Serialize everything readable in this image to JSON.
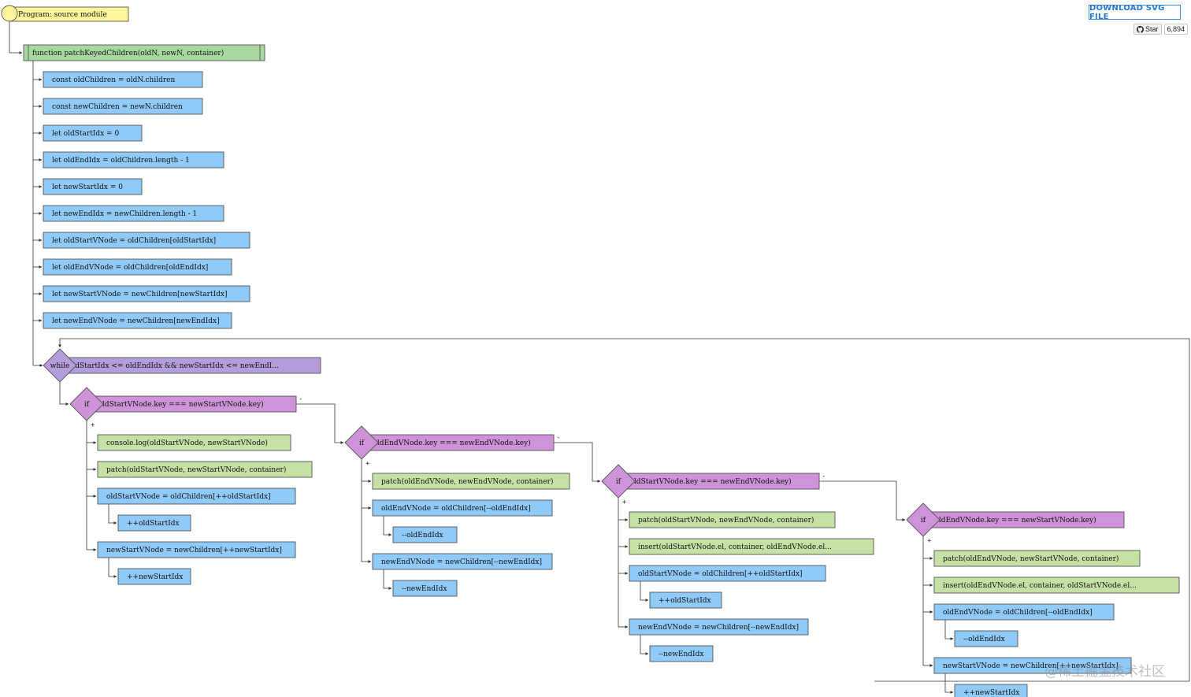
{
  "colors": {
    "program": "#fef59a",
    "function": "#a8d8a0",
    "statement": "#90caf9",
    "call": "#c5e1a5",
    "loop": "#b39ddb",
    "condition": "#ce93d8",
    "stroke": "#555555",
    "accent": "#2b7cd0"
  },
  "toolbar": {
    "download_label": "DOWNLOAD SVG FILE",
    "star_label": "Star",
    "star_count": "6,894"
  },
  "watermark": "@稀土掘金技术社区",
  "flowchart": {
    "program": "Program: source module",
    "function": "function patchKeyedChildren(oldN, newN, container)",
    "declarations": [
      "const oldChildren = oldN.children",
      "const newChildren = newN.children",
      "let oldStartIdx = 0",
      "let oldEndIdx = oldChildren.length - 1",
      "let newStartIdx = 0",
      "let newEndIdx = newChildren.length - 1",
      "let oldStartVNode = oldChildren[oldStartIdx]",
      "let oldEndVNode = oldChildren[oldEndIdx]",
      "let newStartVNode = newChildren[newStartIdx]",
      "let newEndVNode = newChildren[newEndIdx]"
    ],
    "loop": {
      "keyword": "while",
      "condition": "oldStartIdx <= oldEndIdx && newStartIdx <= newEndI..."
    },
    "branches": [
      {
        "keyword": "if",
        "condition": "(oldStartVNode.key === newStartVNode.key)",
        "yes": "+",
        "no": "-",
        "steps": [
          {
            "text": "console.log(oldStartVNode, newStartVNode)",
            "kind": "call"
          },
          {
            "text": "patch(oldStartVNode, newStartVNode, container)",
            "kind": "call"
          },
          {
            "text": "oldStartVNode = oldChildren[++oldStartIdx]",
            "kind": "statement"
          },
          {
            "text": "++oldStartIdx",
            "kind": "statement"
          },
          {
            "text": "newStartVNode = newChildren[++newStartIdx]",
            "kind": "statement"
          },
          {
            "text": "++newStartIdx",
            "kind": "statement"
          }
        ]
      },
      {
        "keyword": "if",
        "condition": "(oldEndVNode.key === newEndVNode.key)",
        "yes": "+",
        "no": "-",
        "steps": [
          {
            "text": "patch(oldEndVNode, newEndVNode, container)",
            "kind": "call"
          },
          {
            "text": "oldEndVNode = oldChildren[--oldEndIdx]",
            "kind": "statement"
          },
          {
            "text": "--oldEndIdx",
            "kind": "statement"
          },
          {
            "text": "newEndVNode = newChildren[--newEndIdx]",
            "kind": "statement"
          },
          {
            "text": "--newEndIdx",
            "kind": "statement"
          }
        ]
      },
      {
        "keyword": "if",
        "condition": "(oldStartVNode.key === newEndVNode.key)",
        "yes": "+",
        "no": "-",
        "steps": [
          {
            "text": "patch(oldStartVNode, newEndVNode, container)",
            "kind": "call"
          },
          {
            "text": "insert(oldStartVNode.el, container, oldEndVNode.el...",
            "kind": "call"
          },
          {
            "text": "oldStartVNode = oldChildren[++oldStartIdx]",
            "kind": "statement"
          },
          {
            "text": "++oldStartIdx",
            "kind": "statement"
          },
          {
            "text": "newEndVNode = newChildren[--newEndIdx]",
            "kind": "statement"
          },
          {
            "text": "--newEndIdx",
            "kind": "statement"
          }
        ]
      },
      {
        "keyword": "if",
        "condition": "(oldEndVNode.key === newStartVNode.key)",
        "yes": "+",
        "steps": [
          {
            "text": "patch(oldEndVNode, newStartVNode, container)",
            "kind": "call"
          },
          {
            "text": "insert(oldEndVNode.el, container, oldStartVNode.el...",
            "kind": "call"
          },
          {
            "text": "oldEndVNode = oldChildren[--oldEndIdx]",
            "kind": "statement"
          },
          {
            "text": "--oldEndIdx",
            "kind": "statement"
          },
          {
            "text": "newStartVNode = newChildren[++newStartIdx]",
            "kind": "statement"
          },
          {
            "text": "++newStartIdx",
            "kind": "statement"
          }
        ]
      }
    ]
  }
}
